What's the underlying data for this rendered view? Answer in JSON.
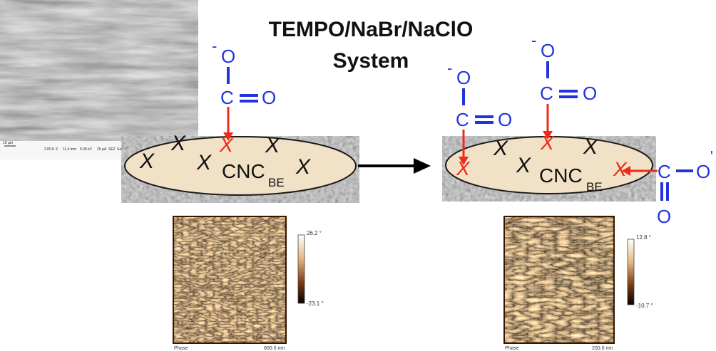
{
  "title": {
    "line1": "TEMPO/NaBr/NaClO",
    "line2": "System"
  },
  "sem": {
    "scale_label": "10 µm",
    "info": [
      "2.00 K X",
      "11.4 mm",
      "5.00 kV",
      "25 µA",
      "SE2",
      "Sample"
    ]
  },
  "left_particle": {
    "label": "CNC",
    "subscript": "BE",
    "group": {
      "o_top": "O",
      "charge": "-",
      "c": "C",
      "o_right": "O"
    }
  },
  "right_particle": {
    "label": "CNC",
    "subscript": "BE",
    "groups": [
      {
        "o_top": "O",
        "charge": "-",
        "c": "C",
        "o_right": "O"
      },
      {
        "o_top": "O",
        "charge": "-",
        "c": "C",
        "o_right": "O"
      },
      {
        "c": "C",
        "o_right": "O",
        "charge": "'",
        "o_bottom": "O"
      }
    ]
  },
  "afm_left": {
    "label": "Phase",
    "range": "800.0 nm",
    "scale_top": "26.2 °",
    "scale_bottom": "-23.1 °"
  },
  "afm_right": {
    "label": "Phase",
    "range": "200.0 nm",
    "scale_top": "12.8 °",
    "scale_bottom": "-10.7 °"
  },
  "colors": {
    "blue": "#2233dd",
    "red": "#ee2b1b",
    "disc": "#f1e1c6",
    "afm_dark": "#2a0d00",
    "afm_light": "#f0d7a3"
  }
}
